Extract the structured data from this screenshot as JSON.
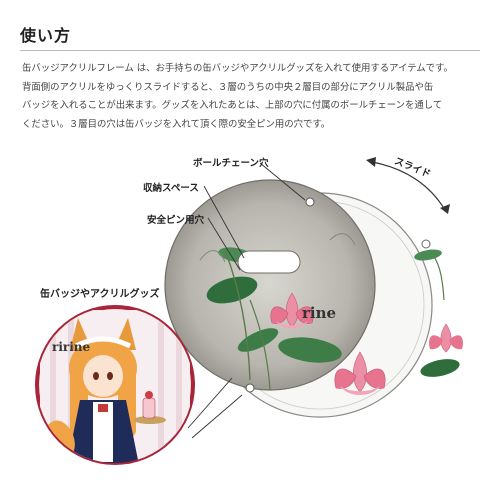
{
  "section_title": "使い方",
  "description_lines": [
    "缶バッジアクリルフレーム は、お手持ちの缶バッジやアクリルグッズを入れて使用するアイテムです。",
    "背面側のアクリルをゆっくりスライドすると、３層のうちの中央２層目の部分にアクリル製品や缶",
    "バッジを入れることが出来ます。グッズを入れたあとは、上部の穴に付属のボールチェーンを通して",
    "ください。３層目の穴は缶バッジを入れて頂く際の安全ピン用の穴です。"
  ],
  "labels": {
    "ball_chain_hole": "ボールチェーン穴",
    "storage_space": "収納スペース",
    "safety_pin_hole": "安全ピン用穴",
    "slide": "スライド",
    "badge_caption": "缶バッジやアクリルグッズ"
  },
  "badge_text": {
    "brand": "ririne",
    "brand_partial": "rine"
  },
  "colors": {
    "badge_rim": "#a8253a",
    "badge_bg": "#f4e6e8",
    "frame_gray": "#9a9890",
    "lotus_pink": "#e8738f",
    "leaf_green": "#3a7a44"
  }
}
